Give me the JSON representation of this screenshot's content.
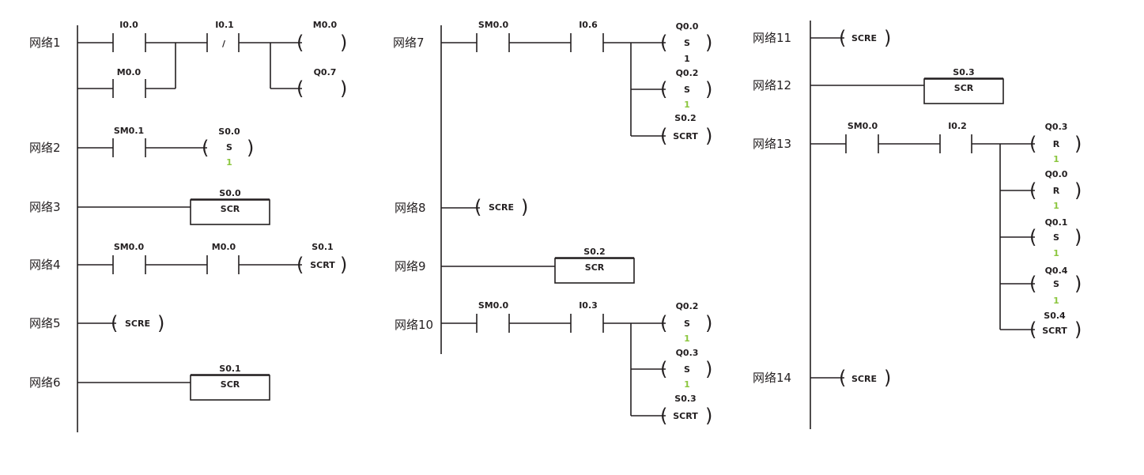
{
  "networks": [
    {
      "id": "n1",
      "label": "网络1"
    },
    {
      "id": "n2",
      "label": "网络2"
    },
    {
      "id": "n3",
      "label": "网络3"
    },
    {
      "id": "n4",
      "label": "网络4"
    },
    {
      "id": "n5",
      "label": "网络5"
    },
    {
      "id": "n6",
      "label": "网络6"
    },
    {
      "id": "n7",
      "label": "网络7"
    },
    {
      "id": "n8",
      "label": "网络8"
    },
    {
      "id": "n9",
      "label": "网络9"
    },
    {
      "id": "n10",
      "label": "网络10"
    },
    {
      "id": "n11",
      "label": "网络11"
    },
    {
      "id": "n12",
      "label": "网络12"
    },
    {
      "id": "n13",
      "label": "网络13"
    },
    {
      "id": "n14",
      "label": "网络14"
    }
  ],
  "contacts": {
    "n1_i00": "I0.0",
    "n1_i01": "I0.1",
    "n1_i01_sym": "/",
    "n1_m00": "M0.0",
    "n2_sm01": "SM0.1",
    "n4_sm00": "SM0.0",
    "n4_m00": "M0.0",
    "n7_sm00": "SM0.0",
    "n7_i06": "I0.6",
    "n10_sm00": "SM0.0",
    "n10_i03": "I0.3",
    "n13_sm00": "SM0.0",
    "n13_i02": "I0.2"
  },
  "coils": {
    "n1_m00": {
      "addr": "M0.0",
      "op": "",
      "n": ""
    },
    "n1_q07": {
      "addr": "Q0.7",
      "op": "",
      "n": ""
    },
    "n2_s00": {
      "addr": "S0.0",
      "op": "S",
      "n": "1"
    },
    "n4_s01": {
      "addr": "S0.1",
      "op": "SCRT",
      "n": ""
    },
    "n5": {
      "addr": "",
      "op": "SCRE",
      "n": ""
    },
    "n7_q00": {
      "addr": "Q0.0",
      "op": "S",
      "n": "1"
    },
    "n7_q02": {
      "addr": "Q0.2",
      "op": "S",
      "n": "1"
    },
    "n7_s02": {
      "addr": "S0.2",
      "op": "SCRT",
      "n": ""
    },
    "n8": {
      "addr": "",
      "op": "SCRE",
      "n": ""
    },
    "n10_q02": {
      "addr": "Q0.2",
      "op": "S",
      "n": "1"
    },
    "n10_q03": {
      "addr": "Q0.3",
      "op": "S",
      "n": "1"
    },
    "n10_s03": {
      "addr": "S0.3",
      "op": "SCRT",
      "n": ""
    },
    "n11": {
      "addr": "",
      "op": "SCRE",
      "n": ""
    },
    "n13_q03": {
      "addr": "Q0.3",
      "op": "R",
      "n": "1"
    },
    "n13_q00": {
      "addr": "Q0.0",
      "op": "R",
      "n": "1"
    },
    "n13_q01": {
      "addr": "Q0.1",
      "op": "S",
      "n": "1"
    },
    "n13_q04": {
      "addr": "Q0.4",
      "op": "S",
      "n": "1"
    },
    "n13_s04": {
      "addr": "S0.4",
      "op": "SCRT",
      "n": ""
    },
    "n14": {
      "addr": "",
      "op": "SCRE",
      "n": ""
    }
  },
  "scr_boxes": {
    "n3": {
      "addr": "S0.0",
      "label": "SCR"
    },
    "n6": {
      "addr": "S0.1",
      "label": "SCR"
    },
    "n9": {
      "addr": "S0.2",
      "label": "SCR"
    },
    "n12": {
      "addr": "S0.3",
      "label": "SCR"
    }
  },
  "colors": {
    "line": "#231f20",
    "count_highlight": "#8cc63f",
    "background": "#ffffff"
  }
}
